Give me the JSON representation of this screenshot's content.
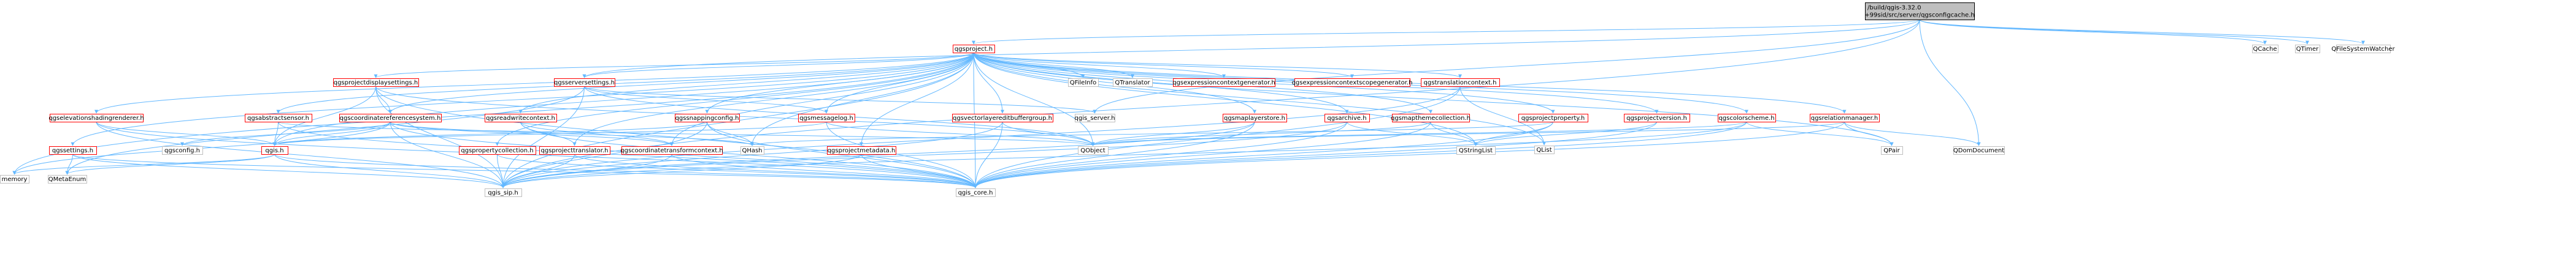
{
  "colors": {
    "root_fill": "#bfbfbf",
    "root_border": "#000000",
    "node_fill": "#ffffff",
    "node_border_doc": "#ff0000",
    "node_border_ext": "#bfbfbf",
    "edge": "#63b8ff"
  },
  "nodes": [
    {
      "id": "root",
      "lines": [
        "/build/qgis-3.32.0",
        "+99sid/src/server/qgsconfigcache.h"
      ],
      "kind": "root"
    },
    {
      "id": "qgsproject",
      "lines": [
        "qgsproject.h"
      ],
      "kind": "doc"
    },
    {
      "id": "qcache",
      "lines": [
        "QCache"
      ],
      "kind": "ext"
    },
    {
      "id": "qtimer",
      "lines": [
        "QTimer"
      ],
      "kind": "ext"
    },
    {
      "id": "qfswatcher",
      "lines": [
        "QFileSystemWatcher"
      ],
      "kind": "ext"
    },
    {
      "id": "qgsprojectdisplaysettings",
      "lines": [
        "qgsprojectdisplaysettings.h"
      ],
      "kind": "doc"
    },
    {
      "id": "qgsserversettings",
      "lines": [
        "qgsserversettings.h"
      ],
      "kind": "doc"
    },
    {
      "id": "qfileinfo",
      "lines": [
        "QFileInfo"
      ],
      "kind": "ext"
    },
    {
      "id": "qtranslator",
      "lines": [
        "QTranslator"
      ],
      "kind": "ext"
    },
    {
      "id": "qgsexprctxgen",
      "lines": [
        "qgsexpressioncontextgenerator.h"
      ],
      "kind": "doc"
    },
    {
      "id": "qgsexprctxscopegen",
      "lines": [
        "qgsexpressioncontextscopegenerator.h"
      ],
      "kind": "doc"
    },
    {
      "id": "qgstranslationcontext",
      "lines": [
        "qgstranslationcontext.h"
      ],
      "kind": "doc"
    },
    {
      "id": "qgselevationshading",
      "lines": [
        "qgselevationshadingrenderer.h"
      ],
      "kind": "doc"
    },
    {
      "id": "qgsabstractsensor",
      "lines": [
        "qgsabstractsensor.h"
      ],
      "kind": "doc"
    },
    {
      "id": "qgscrs",
      "lines": [
        "qgscoordinatereferencesystem.h"
      ],
      "kind": "doc"
    },
    {
      "id": "qgsreadwritecontext",
      "lines": [
        "qgsreadwritecontext.h"
      ],
      "kind": "doc"
    },
    {
      "id": "qgssnappingconfig",
      "lines": [
        "qgssnappingconfig.h"
      ],
      "kind": "doc"
    },
    {
      "id": "qgsmessagelog",
      "lines": [
        "qgsmessagelog.h"
      ],
      "kind": "doc"
    },
    {
      "id": "qgsvectorlayereditbuffergroup",
      "lines": [
        "qgsvectorlayereditbuffergroup.h"
      ],
      "kind": "doc"
    },
    {
      "id": "qgis_server",
      "lines": [
        "qgis_server.h"
      ],
      "kind": "ext"
    },
    {
      "id": "qgsmaplayerstore",
      "lines": [
        "qgsmaplayerstore.h"
      ],
      "kind": "doc"
    },
    {
      "id": "qgsarchive",
      "lines": [
        "qgsarchive.h"
      ],
      "kind": "doc"
    },
    {
      "id": "qgsmapthemecollection",
      "lines": [
        "qgsmapthemecollection.h"
      ],
      "kind": "doc"
    },
    {
      "id": "qgsprojectproperty",
      "lines": [
        "qgsprojectproperty.h"
      ],
      "kind": "doc"
    },
    {
      "id": "qgsprojectversion",
      "lines": [
        "qgsprojectversion.h"
      ],
      "kind": "doc"
    },
    {
      "id": "qgscolorscheme",
      "lines": [
        "qgscolorscheme.h"
      ],
      "kind": "doc"
    },
    {
      "id": "qgsrelationmanager",
      "lines": [
        "qgsrelationmanager.h"
      ],
      "kind": "doc"
    },
    {
      "id": "qlist",
      "lines": [
        "QList"
      ],
      "kind": "ext"
    },
    {
      "id": "qgssettings",
      "lines": [
        "qgssettings.h"
      ],
      "kind": "doc"
    },
    {
      "id": "qgsconfig",
      "lines": [
        "qgsconfig.h"
      ],
      "kind": "ext"
    },
    {
      "id": "qgis",
      "lines": [
        "qgis.h"
      ],
      "kind": "doc"
    },
    {
      "id": "qgspropertycollection",
      "lines": [
        "qgspropertycollection.h"
      ],
      "kind": "doc"
    },
    {
      "id": "qgsprojecttranslator",
      "lines": [
        "qgsprojecttranslator.h"
      ],
      "kind": "doc"
    },
    {
      "id": "qgscoordtransformctx",
      "lines": [
        "qgscoordinatetransformcontext.h"
      ],
      "kind": "doc"
    },
    {
      "id": "qhash",
      "lines": [
        "QHash"
      ],
      "kind": "ext"
    },
    {
      "id": "qgsprojectmetadata",
      "lines": [
        "qgsprojectmetadata.h"
      ],
      "kind": "doc"
    },
    {
      "id": "qobject",
      "lines": [
        "QObject"
      ],
      "kind": "ext"
    },
    {
      "id": "qstringlist",
      "lines": [
        "QStringList"
      ],
      "kind": "ext"
    },
    {
      "id": "qpair",
      "lines": [
        "QPair"
      ],
      "kind": "ext"
    },
    {
      "id": "qdomdocument",
      "lines": [
        "QDomDocument"
      ],
      "kind": "ext"
    },
    {
      "id": "memory",
      "lines": [
        "memory"
      ],
      "kind": "ext"
    },
    {
      "id": "qmetaenum",
      "lines": [
        "QMetaEnum"
      ],
      "kind": "ext"
    },
    {
      "id": "qgis_sip",
      "lines": [
        "qgis_sip.h"
      ],
      "kind": "ext"
    },
    {
      "id": "qgis_core",
      "lines": [
        "qgis_core.h"
      ],
      "kind": "ext"
    }
  ],
  "edges": [
    [
      "root",
      "qgsproject"
    ],
    [
      "root",
      "qcache"
    ],
    [
      "root",
      "qtimer"
    ],
    [
      "root",
      "qfswatcher"
    ],
    [
      "root",
      "qgis_server"
    ],
    [
      "root",
      "qgsserversettings"
    ],
    [
      "root",
      "qdomdocument"
    ],
    [
      "root",
      "qgis_sip"
    ],
    [
      "qgsproject",
      "qgsprojectdisplaysettings"
    ],
    [
      "qgsproject",
      "qgsserversettings"
    ],
    [
      "qgsproject",
      "qfileinfo"
    ],
    [
      "qgsproject",
      "qtranslator"
    ],
    [
      "qgsproject",
      "qgsexprctxgen"
    ],
    [
      "qgsproject",
      "qgsexprctxscopegen"
    ],
    [
      "qgsproject",
      "qgstranslationcontext"
    ],
    [
      "qgsproject",
      "qgselevationshading"
    ],
    [
      "qgsproject",
      "qgsabstractsensor"
    ],
    [
      "qgsproject",
      "qgscrs"
    ],
    [
      "qgsproject",
      "qgsreadwritecontext"
    ],
    [
      "qgsproject",
      "qgssnappingconfig"
    ],
    [
      "qgsproject",
      "qgsmessagelog"
    ],
    [
      "qgsproject",
      "qgsvectorlayereditbuffergroup"
    ],
    [
      "qgsproject",
      "qgsmaplayerstore"
    ],
    [
      "qgsproject",
      "qgsarchive"
    ],
    [
      "qgsproject",
      "qgsmapthemecollection"
    ],
    [
      "qgsproject",
      "qgsprojectproperty"
    ],
    [
      "qgsproject",
      "qgsprojectversion"
    ],
    [
      "qgsproject",
      "qgscolorscheme"
    ],
    [
      "qgsproject",
      "qgsrelationmanager"
    ],
    [
      "qgsproject",
      "qlist"
    ],
    [
      "qgsproject",
      "qgssettings"
    ],
    [
      "qgsproject",
      "qgis"
    ],
    [
      "qgsproject",
      "qgspropertycollection"
    ],
    [
      "qgsproject",
      "qgsprojecttranslator"
    ],
    [
      "qgsproject",
      "qgscoordtransformctx"
    ],
    [
      "qgsproject",
      "qgsprojectmetadata"
    ],
    [
      "qgsproject",
      "qobject"
    ],
    [
      "qgsproject",
      "qstringlist"
    ],
    [
      "qgsproject",
      "memory"
    ],
    [
      "qgsproject",
      "qgis_sip"
    ],
    [
      "qgsproject",
      "qgis_core"
    ],
    [
      "qgsproject",
      "qhash"
    ],
    [
      "qgsproject",
      "qpair"
    ],
    [
      "qgsprojectdisplaysettings",
      "qgis"
    ],
    [
      "qgsprojectdisplaysettings",
      "qgscrs"
    ],
    [
      "qgsprojectdisplaysettings",
      "qobject"
    ],
    [
      "qgsprojectdisplaysettings",
      "qgis_core"
    ],
    [
      "qgsprojectdisplaysettings",
      "qgis_sip"
    ],
    [
      "qgsserversettings",
      "qgis_server"
    ],
    [
      "qgsserversettings",
      "qobject"
    ],
    [
      "qgsserversettings",
      "qgsmessagelog"
    ],
    [
      "qgsserversettings",
      "qgis_sip"
    ],
    [
      "qgsserversettings",
      "qmetaenum"
    ],
    [
      "qgstranslationcontext",
      "qlist"
    ],
    [
      "qgstranslationcontext",
      "qgis_core"
    ],
    [
      "qgstranslationcontext",
      "qgis_sip"
    ],
    [
      "qgselevationshading",
      "qgis"
    ],
    [
      "qgselevationshading",
      "qgis_core"
    ],
    [
      "qgselevationshading",
      "qgis_sip"
    ],
    [
      "qgsabstractsensor",
      "qgis"
    ],
    [
      "qgsabstractsensor",
      "qobject"
    ],
    [
      "qgsabstractsensor",
      "qgis_core"
    ],
    [
      "qgscrs",
      "qgis"
    ],
    [
      "qgscrs",
      "qgsconfig"
    ],
    [
      "qgscrs",
      "qgis_core"
    ],
    [
      "qgscrs",
      "qgis_sip"
    ],
    [
      "qgscrs",
      "qhash"
    ],
    [
      "qgscrs",
      "qgscoordtransformctx"
    ],
    [
      "qgscrs",
      "memory"
    ],
    [
      "qgsreadwritecontext",
      "qgsprojecttranslator"
    ],
    [
      "qgsreadwritecontext",
      "qgscoordtransformctx"
    ],
    [
      "qgsreadwritecontext",
      "qgis_core"
    ],
    [
      "qgssnappingconfig",
      "qgis"
    ],
    [
      "qgssnappingconfig",
      "qhash"
    ],
    [
      "qgssnappingconfig",
      "qgis_core"
    ],
    [
      "qgssnappingconfig",
      "qgis_sip"
    ],
    [
      "qgsmessagelog",
      "qobject"
    ],
    [
      "qgsmessagelog",
      "qgis_core"
    ],
    [
      "qgsmessagelog",
      "qgis"
    ],
    [
      "qgsvectorlayereditbuffergroup",
      "qobject"
    ],
    [
      "qgsvectorlayereditbuffergroup",
      "qgis_core"
    ],
    [
      "qgsvectorlayereditbuffergroup",
      "qgis_sip"
    ],
    [
      "qgsmaplayerstore",
      "qobject"
    ],
    [
      "qgsmaplayerstore",
      "qgis_core"
    ],
    [
      "qgsmaplayerstore",
      "qgis_sip"
    ],
    [
      "qgsarchive",
      "qstringlist"
    ],
    [
      "qgsarchive",
      "qgis_core"
    ],
    [
      "qgsarchive",
      "qgis_sip"
    ],
    [
      "qgsmapthemecollection",
      "qobject"
    ],
    [
      "qgsmapthemecollection",
      "qstringlist"
    ],
    [
      "qgsmapthemecollection",
      "qgis_core"
    ],
    [
      "qgsprojectproperty",
      "qhash"
    ],
    [
      "qgsprojectproperty",
      "qstringlist"
    ],
    [
      "qgsprojectproperty",
      "qgis_core"
    ],
    [
      "qgsprojectversion",
      "qstringlist"
    ],
    [
      "qgsprojectversion",
      "qgis_core"
    ],
    [
      "qgscolorscheme",
      "qobject"
    ],
    [
      "qgscolorscheme",
      "qpair"
    ],
    [
      "qgscolorscheme",
      "qgis_core"
    ],
    [
      "qgscolorscheme",
      "qgis_sip"
    ],
    [
      "qgsrelationmanager",
      "qpair"
    ],
    [
      "qgsrelationmanager",
      "qdomdocument"
    ],
    [
      "qgsrelationmanager",
      "qgis_core"
    ],
    [
      "qgsrelationmanager",
      "qobject"
    ],
    [
      "qgssettings",
      "qmetaenum"
    ],
    [
      "qgssettings",
      "qgis_core"
    ],
    [
      "qgssettings",
      "qgis_sip"
    ],
    [
      "qgis",
      "qmetaenum"
    ],
    [
      "qgis",
      "memory"
    ],
    [
      "qgis",
      "qgis_sip"
    ],
    [
      "qgis",
      "qgis_core"
    ],
    [
      "qgspropertycollection",
      "qgis_core"
    ],
    [
      "qgspropertycollection",
      "qgis_sip"
    ],
    [
      "qgsprojecttranslator",
      "qgis_core"
    ],
    [
      "qgsprojecttranslator",
      "qgis_sip"
    ],
    [
      "qgscoordtransformctx",
      "qgis_core"
    ],
    [
      "qgscoordtransformctx",
      "qgis_sip"
    ],
    [
      "qgsprojectmetadata",
      "qgis_core"
    ],
    [
      "qgsprojectmetadata",
      "qgis_sip"
    ]
  ]
}
